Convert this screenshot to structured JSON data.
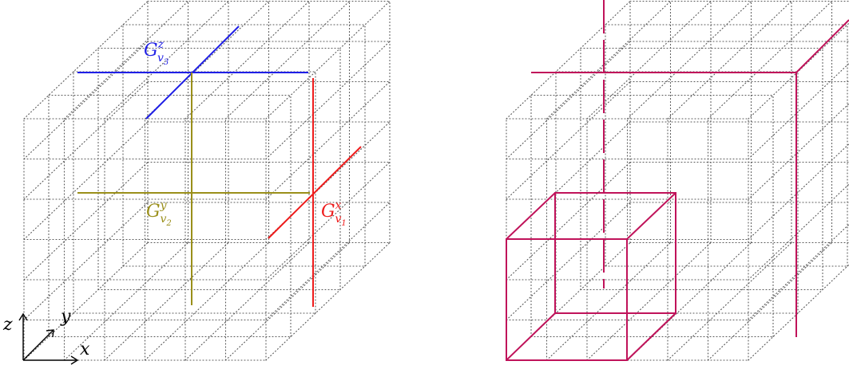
{
  "colors": {
    "grid": "#555555",
    "blue": "#1f1fe6",
    "olive": "#9a8f1a",
    "red": "#ee1c1c",
    "magenta": "#c0135a",
    "axes": "#000000",
    "background": "#ffffff"
  },
  "left_panel": {
    "labels": {
      "gz": {
        "base": "G",
        "sup": "z",
        "sub": "v",
        "subsub": "3"
      },
      "gy": {
        "base": "G",
        "sup": "y",
        "sub": "v",
        "subsub": "2"
      },
      "gx": {
        "base": "G",
        "sup": "x",
        "sub": "v",
        "subsub": "1"
      }
    },
    "axes": {
      "x": "x",
      "y": "y",
      "z": "z"
    }
  },
  "right_panel": {}
}
